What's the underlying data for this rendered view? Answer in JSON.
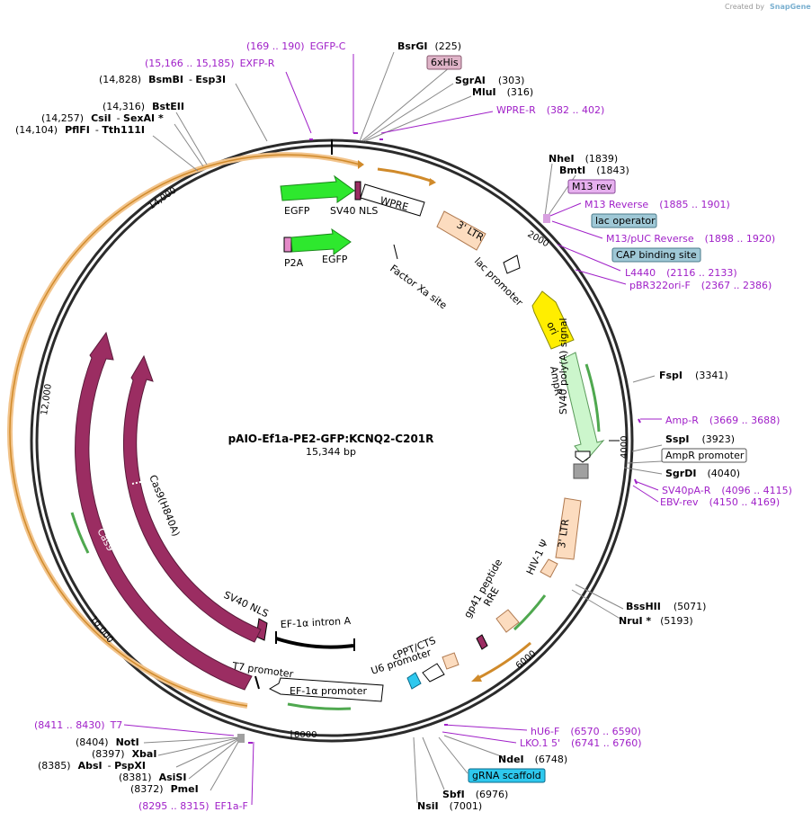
{
  "credit": {
    "prefix": "Created by",
    "brand": "SnapGene"
  },
  "plasmid": {
    "name": "pAIO-Ef1a-PE2-GFP:KCNQ2-C201R",
    "length": "15,344 bp"
  },
  "ticks": [
    "2000",
    "4000",
    "6000",
    "8000",
    "10,000",
    "12,000",
    "14,000"
  ],
  "enzymes": [
    {
      "name": "BsrGI",
      "pos": "(225)"
    },
    {
      "name": "SgrAI",
      "pos": "(303)"
    },
    {
      "name": "MluI",
      "pos": "(316)"
    },
    {
      "name": "BsmBI",
      "pos2": "Esp3I",
      "pos": "(14,828)"
    },
    {
      "name": "BstEII",
      "pos": "(14,316)"
    },
    {
      "name": "CsiI",
      "pos2": "SexAI *",
      "pos": "(14,257)"
    },
    {
      "name": "PflFI",
      "pos2": "Tth111I",
      "pos": "(14,104)"
    },
    {
      "name": "NheI",
      "pos": "(1839)"
    },
    {
      "name": "BmtI",
      "pos": "(1843)"
    },
    {
      "name": "FspI",
      "pos": "(3341)"
    },
    {
      "name": "SspI",
      "pos": "(3923)"
    },
    {
      "name": "SgrDI",
      "pos": "(4040)"
    },
    {
      "name": "BssHII",
      "pos": "(5071)"
    },
    {
      "name": "NruI *",
      "pos": "(5193)"
    },
    {
      "name": "NdeI",
      "pos": "(6748)"
    },
    {
      "name": "SbfI",
      "pos": "(6976)"
    },
    {
      "name": "NsiI",
      "pos": "(7001)"
    },
    {
      "name": "NotI",
      "pos": "(8404)"
    },
    {
      "name": "XbaI",
      "pos": "(8397)"
    },
    {
      "name": "AbsI",
      "pos2": "PspXI",
      "pos": "(8385)"
    },
    {
      "name": "AsiSI",
      "pos": "(8381)"
    },
    {
      "name": "PmeI",
      "pos": "(8372)"
    }
  ],
  "primers": [
    {
      "name": "EGFP-C",
      "range": "(169 .. 190)"
    },
    {
      "name": "EXFP-R",
      "range": "(15,166 .. 15,185)"
    },
    {
      "name": "WPRE-R",
      "range": "(382 .. 402)"
    },
    {
      "name": "M13 Reverse",
      "range": "(1885 .. 1901)"
    },
    {
      "name": "M13/pUC Reverse",
      "range": "(1898 .. 1920)"
    },
    {
      "name": "L4440",
      "range": "(2116 .. 2133)"
    },
    {
      "name": "pBR322ori-F",
      "range": "(2367 .. 2386)"
    },
    {
      "name": "Amp-R",
      "range": "(3669 .. 3688)"
    },
    {
      "name": "SV40pA-R",
      "range": "(4096 .. 4115)"
    },
    {
      "name": "EBV-rev",
      "range": "(4150 .. 4169)"
    },
    {
      "name": "hU6-F",
      "range": "(6570 .. 6590)"
    },
    {
      "name": "LKO.1 5'",
      "range": "(6741 .. 6760)"
    },
    {
      "name": "T7",
      "range": "(8411 .. 8430)"
    },
    {
      "name": "EF1a-F",
      "range": "(8295 .. 8315)"
    }
  ],
  "boxed_features": {
    "his": "6xHis",
    "m13rev": "M13 rev",
    "lacop": "lac operator",
    "cap": "CAP binding site",
    "amppro": "AmpR promoter",
    "grna": "gRNA scaffold"
  },
  "features": {
    "egfp1": "EGFP",
    "sv40nls1": "SV40 NLS",
    "wpre": "WPRE",
    "p2a": "P2A",
    "egfp2": "EGFP",
    "ltr3a": "3' LTR",
    "factorxa": "Factor Xa site",
    "lacpro": "lac promoter",
    "ori": "ori",
    "ampr": "AmpR",
    "sv40polya": "SV40 poly(A) signal",
    "ltr3b": "3' LTR",
    "hiv": "HIV-1 Ψ",
    "gp41": "gp41 peptide",
    "rre": "RRE",
    "cppt": "cPPT/CTS",
    "u6": "U6 promoter",
    "ef1aintron": "EF-1α intron A",
    "ef1apro": "EF-1α promoter",
    "t7pro": "T7 promoter",
    "sv40nls2": "SV40 NLS",
    "cas9": "Cas9",
    "cas9h": "Cas9(H840A)"
  },
  "colors": {
    "backbone": "#2b2b2b",
    "primer": "#a020c8",
    "cas9": "#9b2d62",
    "gfp": "#2ee82e",
    "orf_orange": "#e8a640",
    "ltr": "#fcdcbf",
    "ori": "#ffee00",
    "ampr": "#ccf6cc",
    "grna": "#2ec8ee"
  }
}
